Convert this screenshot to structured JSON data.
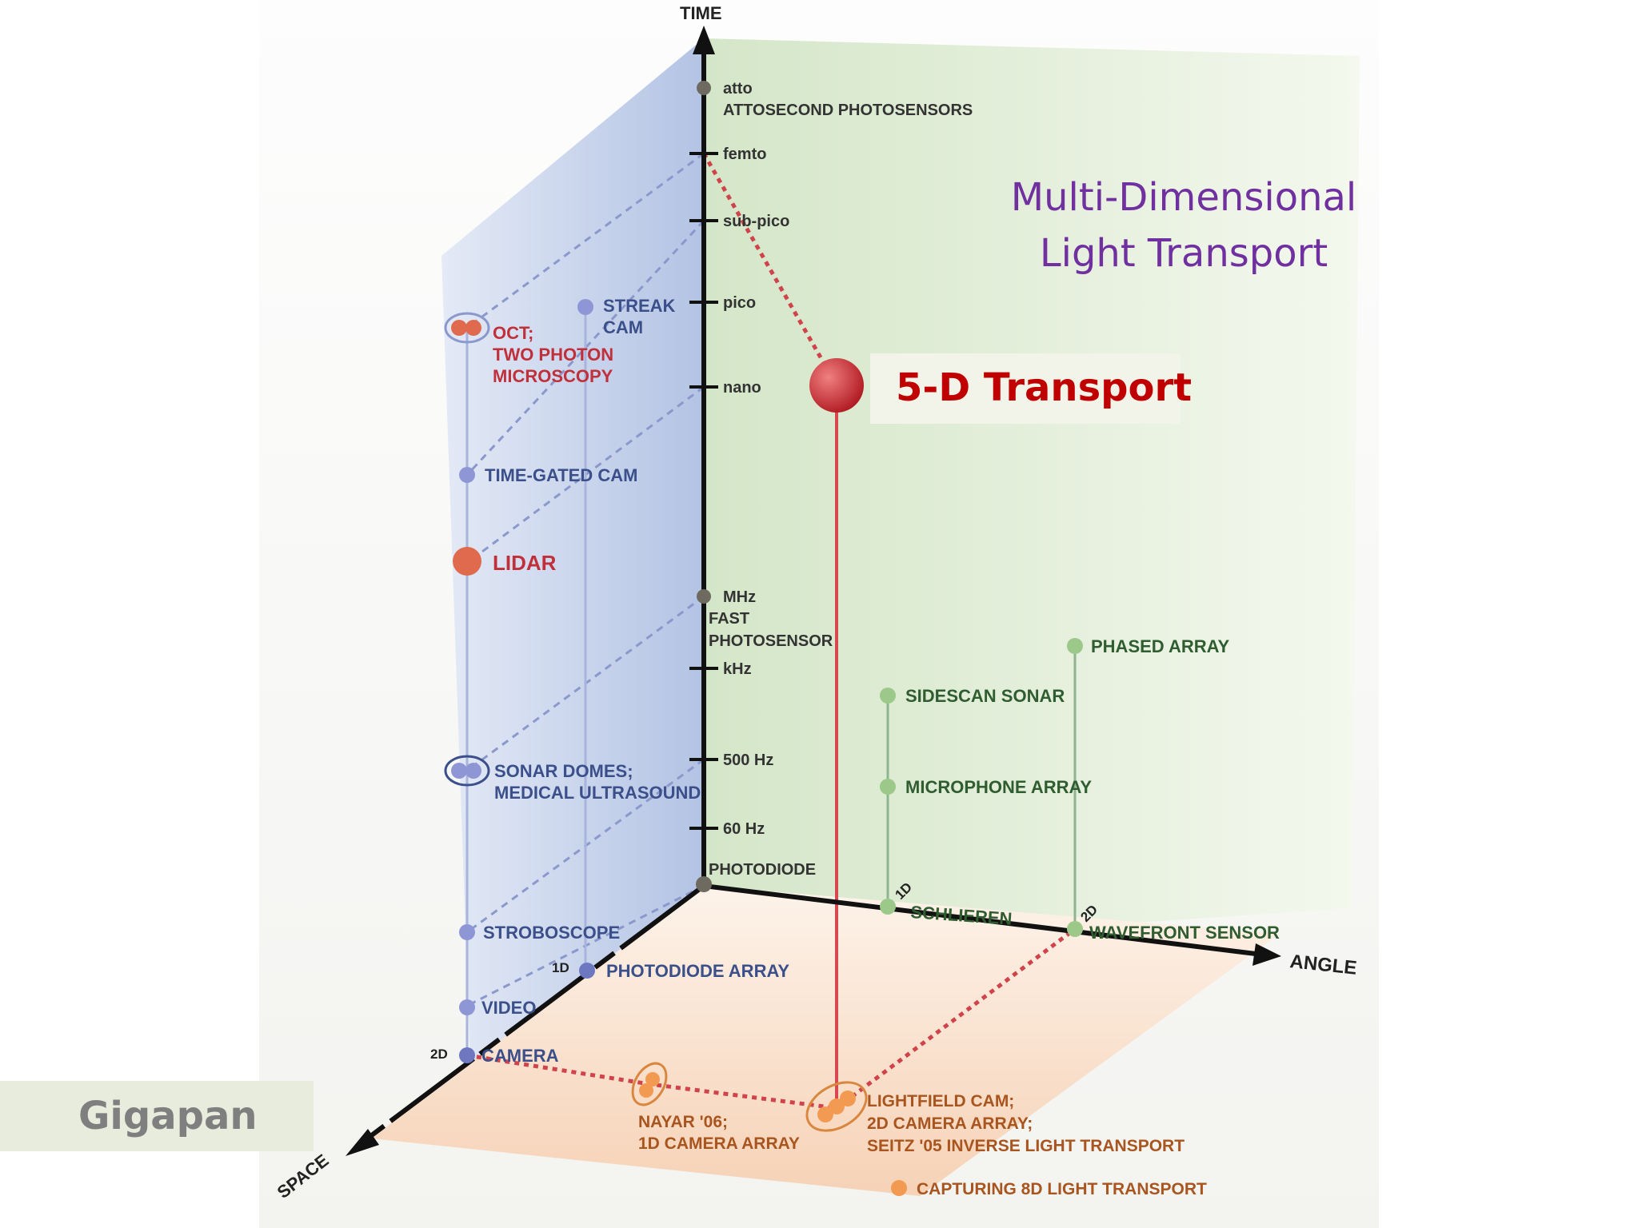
{
  "slide": {
    "heading_line1": "Multi-Dimensional",
    "heading_line2": "Light Transport",
    "transport_label": "5-D Transport",
    "gigapan_label": "Gigapan"
  },
  "colors": {
    "heading": "#7030a0",
    "transport": "#c00000",
    "gigapan_text": "#7f7f7f",
    "time_axis_labels": "#333333",
    "space_labels_blue": "#3b4f8a",
    "space_labels_red": "#c0303a",
    "angle_labels_green": "#2f5d2f",
    "plane_labels_orange": "#a8551f"
  },
  "axes": {
    "time": "TIME",
    "space": "SPACE",
    "angle": "ANGLE"
  },
  "time_axis": {
    "atto": "atto",
    "attosecond": "ATTOSECOND PHOTOSENSORS",
    "femto": "femto",
    "subpico": "sub-pico",
    "pico": "pico",
    "nano": "nano",
    "mhz": "MHz",
    "fast1": "FAST",
    "fast2": "PHOTOSENSOR",
    "khz": "kHz",
    "hz500": "500 Hz",
    "hz60": "60 Hz",
    "photodiode": "PHOTODIODE"
  },
  "space_plane": {
    "streak1": "STREAK",
    "streak2": "CAM",
    "oct1": "OCT;",
    "oct2": "TWO PHOTON",
    "oct3": "MICROSCOPY",
    "timegated": "TIME-GATED CAM",
    "lidar": "LIDAR",
    "sonar1": "SONAR DOMES;",
    "sonar2": "MEDICAL ULTRASOUND",
    "stroboscope": "STROBOSCOPE",
    "d1": "1D",
    "photodiode_array": "PHOTODIODE ARRAY",
    "video": "VIDEO",
    "d2": "2D",
    "camera": "CAMERA"
  },
  "angle_plane": {
    "phased": "PHASED ARRAY",
    "sidescan": "SIDESCAN SONAR",
    "microphone": "MICROPHONE ARRAY",
    "d1": "1D",
    "schlieren": "SCHLIEREN",
    "d2": "2D",
    "wavefront": "WAVEFRONT SENSOR"
  },
  "base_plane": {
    "nayar1": "NAYAR '06;",
    "nayar2": "1D CAMERA ARRAY",
    "lightfield1": "LIGHTFIELD CAM;",
    "lightfield2": "2D CAMERA ARRAY;",
    "lightfield3": "SEITZ '05 INVERSE LIGHT TRANSPORT",
    "legend": "CAPTURING 8D LIGHT TRANSPORT"
  }
}
